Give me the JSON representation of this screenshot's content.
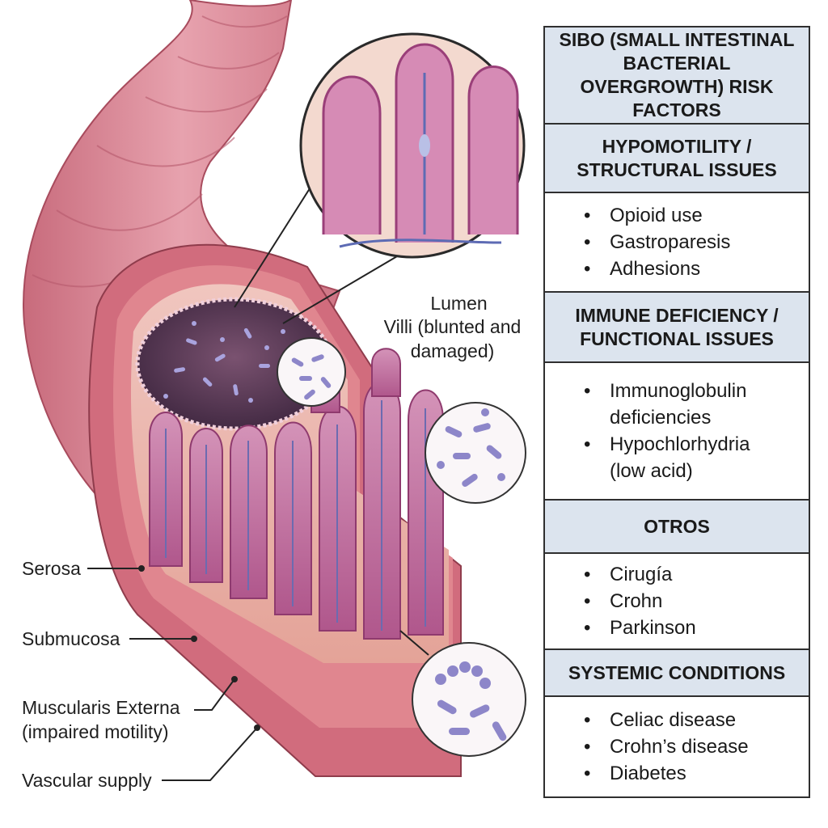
{
  "labels": {
    "lumen": "Lumen",
    "villi": "Villi (blunted and damaged)",
    "serosa": "Serosa",
    "submucosa": "Submucosa",
    "muscularis": "Muscularis Externa (impaired motility)",
    "vascular": "Vascular supply"
  },
  "panel": {
    "title": "SIBO (SMALL INTESTINAL BACTERIAL OVERGROWTH) RISK FACTORS",
    "sections": [
      {
        "heading": "HYPOMOTILITY / STRUCTURAL ISSUES",
        "items": [
          "Opioid use",
          "Gastroparesis",
          "Adhesions"
        ]
      },
      {
        "heading": "IMMUNE DEFICIENCY / FUNCTIONAL ISSUES",
        "items": [
          "Immunoglobulin deficiencies",
          "Hypochlorhydria (low acid)"
        ]
      },
      {
        "heading": "OTROS",
        "items": [
          "Cirugía",
          "Crohn",
          "Parkinson"
        ]
      },
      {
        "heading": "SYSTEMIC CONDITIONS",
        "items": [
          "Celiac disease",
          "Crohn’s disease",
          "Diabetes"
        ]
      }
    ]
  },
  "colors": {
    "tissue_outer": "#d9808f",
    "tissue_light": "#e9a8b4",
    "muscle": "#c9606f",
    "mucosa": "#b5558f",
    "lumen": "#5a3a5c",
    "bacteria": "#8d86c9",
    "header_fill": "#dce4ee"
  }
}
